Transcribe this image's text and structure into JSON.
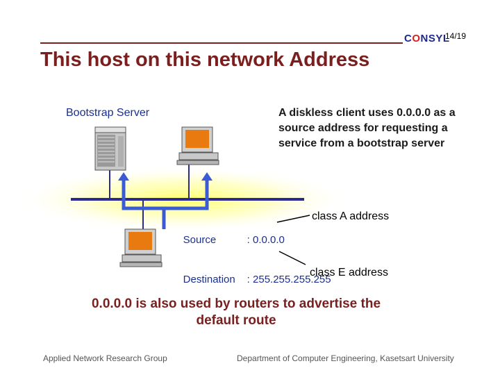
{
  "header": {
    "logo_text": "CONSYL",
    "page_number": "14/19"
  },
  "title": "This host on this network Address",
  "diagram": {
    "server_label": "Bootstrap Server",
    "description": "A diskless client uses 0.0.0.0 as a source address for requesting a service from a bootstrap server",
    "packet": {
      "source_label": "Source",
      "source_value": ": 0.0.0.0",
      "destination_label": "Destination",
      "destination_value": ": 255.255.255.255"
    },
    "class_a_label": "class A address",
    "class_e_label": "class E address"
  },
  "bottom_note": "0.0.0.0 is also used by routers to advertise the default route",
  "footer": {
    "left": "Applied Network Research Group",
    "right": "Department of Computer Engineering, Kasetsart University"
  },
  "colors": {
    "title": "#7a1e1e",
    "network_line": "#2b2b8f",
    "arrow": "#3b5bd6",
    "glow": "#ffff66",
    "monitor_screen": "#e87a10"
  }
}
